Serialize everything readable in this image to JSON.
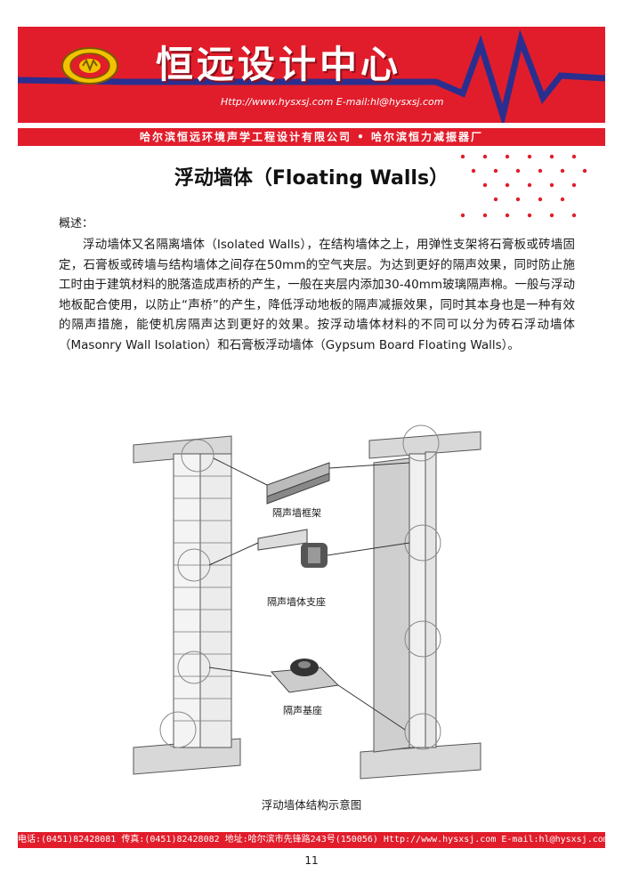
{
  "header": {
    "brand_name": "恒远设计中心",
    "urls": "Http://www.hysxsj.com  E-mail:hl@hysxsj.com",
    "subtitle_bar": "哈尔滨恒远环境声学工程设计有限公司 • 哈尔滨恒力减振器厂"
  },
  "title": "浮动墙体（Floating Walls）",
  "overview": {
    "label": "概述：",
    "paragraph": "浮动墙体又名隔离墙体（Isolated Walls），在结构墙体之上，用弹性支架将石膏板或砖墙固定，石膏板或砖墙与结构墙体之间存在50mm的空气夹层。为达到更好的隔声效果，同时防止施工时由于建筑材料的脱落造成声桥的产生，一般在夹层内添加30-40mm玻璃隔声棉。一般与浮动地板配合使用，以防止“声桥”的产生，降低浮动地板的隔声减振效果，同时其本身也是一种有效的隔声措施，能使机房隔声达到更好的效果。按浮动墙体材料的不同可以分为砖石浮动墙体（Masonry Wall Isolation）和石膏板浮动墙体（Gypsum Board Floating Walls）。"
  },
  "figure": {
    "labels": {
      "frame": "隔声墙框架",
      "support": "隔声墙体支座",
      "base": "隔声基座"
    },
    "caption": "浮动墙体结构示意图"
  },
  "footer": {
    "contact": "电话:(0451)82428081  传真:(0451)82428082  地址:哈尔滨市先锋路243号(150056)  Http://www.hysxsj.com  E-mail:hl@hysxsj.com"
  },
  "page_number": "11",
  "colors": {
    "accent_red": "#e11d2b",
    "wave_blue": "#2a2f8f"
  }
}
